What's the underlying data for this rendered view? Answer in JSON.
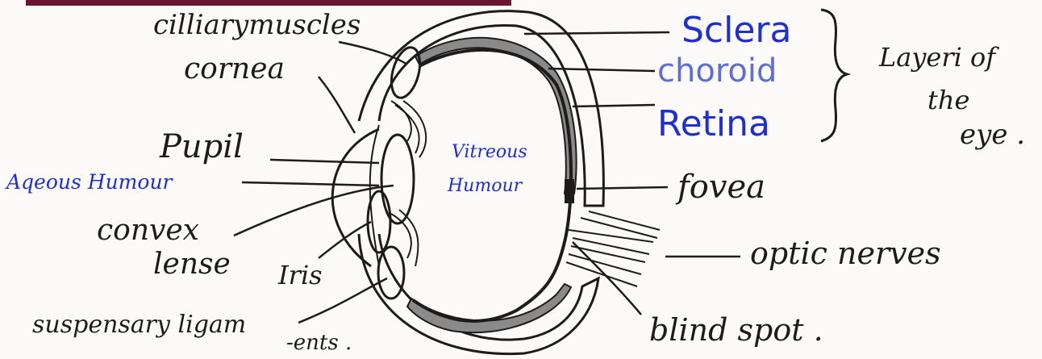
{
  "labels": {
    "ciliary_muscles": "cilliarymuscles",
    "cornea": "cornea",
    "pupil": "Pupil",
    "aqueous_humour": "Aqeous Humour",
    "convex": "convex",
    "lense": "lense",
    "iris": "Iris",
    "suspensory_line1": "suspensary ligam",
    "suspensory_line2": "-ents .",
    "vitreous_line1": "Vitreous",
    "vitreous_line2": "Humour",
    "sclera": "Sclera",
    "choroid": "choroid",
    "retina": "Retina",
    "layers_line1": "Layeri of",
    "layers_line2": "the",
    "layers_line3": "eye .",
    "fovea": "fovea",
    "optic_nerves": "optic nerves",
    "blind_spot": "blind spot ."
  },
  "colors": {
    "ink": "#1c1c1c",
    "blue_labels": "#1f2fd0",
    "header_bar": "#6b1430",
    "choroid_fill": "#8a8a8a"
  }
}
